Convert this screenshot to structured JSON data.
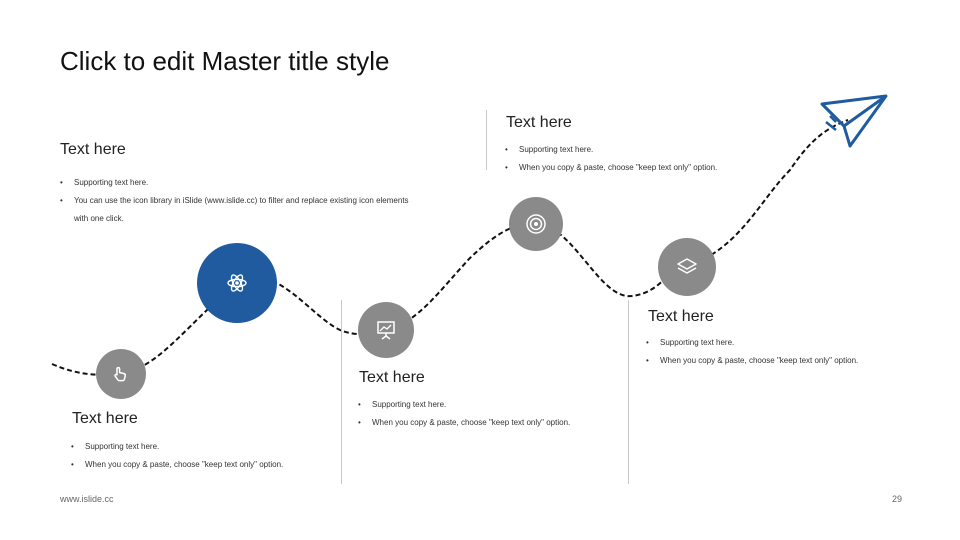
{
  "title": "Click to edit Master title style",
  "colors": {
    "accent": "#1f5b9e",
    "gray": "#8a8a8a",
    "line": "#c8c8c8"
  },
  "steps": [
    {
      "heading": "Text here",
      "bullets": [
        "Supporting text here.",
        "When you copy & paste, choose \"keep text only\" option."
      ],
      "icon": "hand-pointer-icon"
    },
    {
      "heading": "Text here",
      "bullets": [
        "Supporting text here.",
        "You can use the icon library in iSlide (www.islide.cc) to filter and replace existing icon elements with one click."
      ],
      "icon": "atom-icon"
    },
    {
      "heading": "Text here",
      "bullets": [
        "Supporting text here.",
        "When you copy & paste, choose \"keep text only\" option."
      ],
      "icon": "presentation-board-icon"
    },
    {
      "heading": "Text here",
      "bullets": [
        "Supporting text here.",
        "When you copy & paste, choose \"keep text only\" option."
      ],
      "icon": "target-icon"
    },
    {
      "heading": "Text here",
      "bullets": [
        "Supporting text here.",
        "When you copy & paste, choose \"keep text only\" option."
      ],
      "icon": "layers-icon"
    }
  ],
  "end_icon": "paper-plane-icon",
  "footer": {
    "website": "www.islide.cc",
    "page_number": "29"
  }
}
